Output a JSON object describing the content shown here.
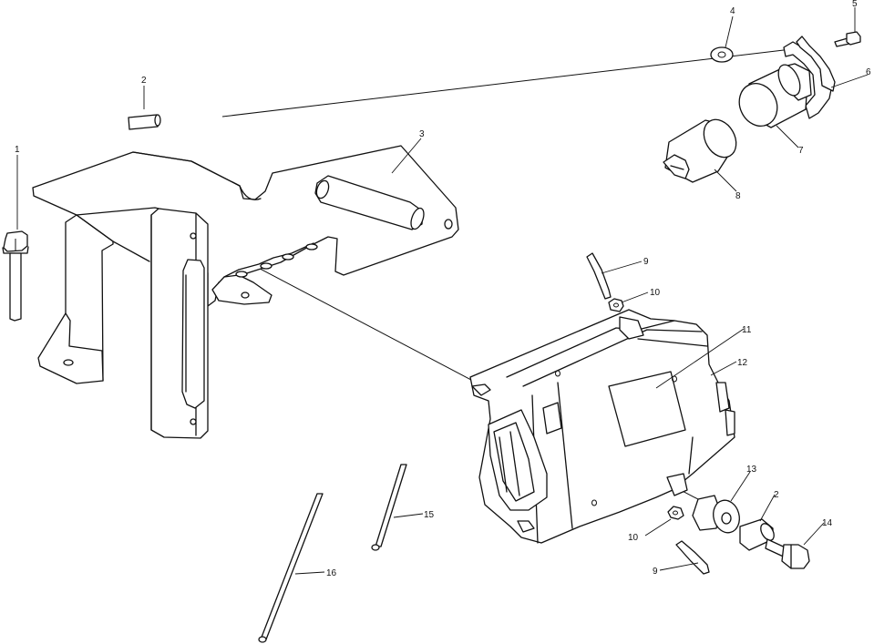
{
  "callouts": {
    "c1": "1",
    "c2a": "2",
    "c2b": "2",
    "c3": "3",
    "c4": "4",
    "c5": "5",
    "c6": "6",
    "c7": "7",
    "c8": "8",
    "c9a": "9",
    "c9b": "9",
    "c10a": "10",
    "c10b": "10",
    "c11": "11",
    "c12": "12",
    "c13": "13",
    "c14": "14",
    "c15": "15",
    "c16": "16"
  }
}
